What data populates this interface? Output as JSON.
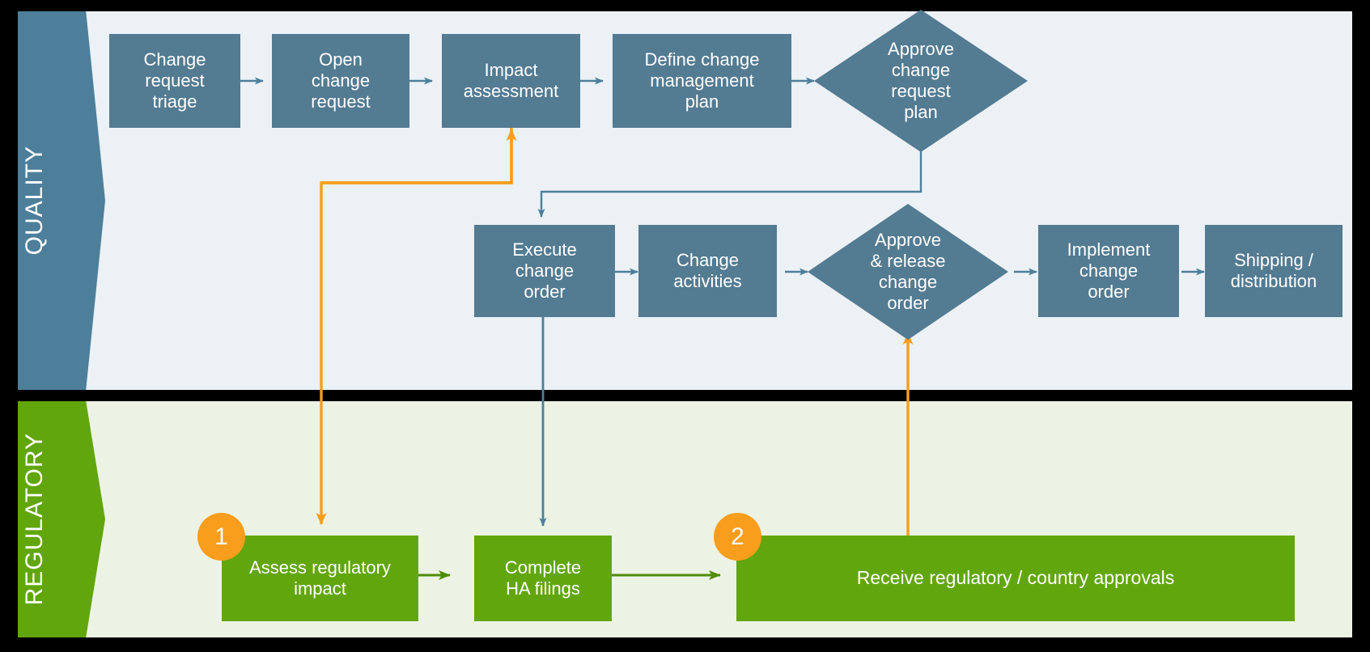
{
  "diagram": {
    "title": "Change management process swimlane",
    "colors": {
      "blue_node": "#537b92",
      "green_node": "#62a60e",
      "orange_accent": "#f89d1c",
      "blue_lane_bg": "#ebf1f5",
      "green_lane_bg": "#edf3e4",
      "blue_connector": "#4d7f9b",
      "green_connector": "#4e8c08",
      "frame": "#000000"
    }
  },
  "lanes": [
    {
      "id": "quality",
      "label": "QUALITY"
    },
    {
      "id": "regulatory",
      "label": "REGULATORY"
    }
  ],
  "quality_row1": [
    {
      "id": "change-request-triage",
      "label": "Change\nrequest\ntriage",
      "shape": "rect"
    },
    {
      "id": "open-change-request",
      "label": "Open\nchange\nrequest",
      "shape": "rect"
    },
    {
      "id": "impact-assessment",
      "label": "Impact\nassessment",
      "shape": "rect"
    },
    {
      "id": "define-change-management-plan",
      "label": "Define change\nmanagement\nplan",
      "shape": "rect"
    },
    {
      "id": "approve-change-request-plan",
      "label": "Approve\nchange\nrequest\nplan",
      "shape": "diamond"
    }
  ],
  "quality_row2": [
    {
      "id": "execute-change-order",
      "label": "Execute\nchange\norder",
      "shape": "rect"
    },
    {
      "id": "change-activities",
      "label": "Change\nactivities",
      "shape": "rect"
    },
    {
      "id": "approve-release-change-order",
      "label": "Approve\n& release\nchange\norder",
      "shape": "diamond"
    },
    {
      "id": "implement-change-order",
      "label": "Implement\nchange\norder",
      "shape": "rect"
    },
    {
      "id": "shipping-distribution",
      "label": "Shipping /\ndistribution",
      "shape": "rect"
    }
  ],
  "regulatory_row": [
    {
      "id": "assess-regulatory-impact",
      "label": "Assess regulatory\nimpact",
      "shape": "rect",
      "badge": "1"
    },
    {
      "id": "complete-ha-filings",
      "label": "Complete\nHA filings",
      "shape": "rect",
      "badge": null
    },
    {
      "id": "receive-regulatory-country-approvals",
      "label": "Receive regulatory / country approvals",
      "shape": "rect",
      "badge": "2"
    }
  ],
  "badges": [
    {
      "id": "badge-1",
      "number": "1"
    },
    {
      "id": "badge-2",
      "number": "2"
    }
  ]
}
